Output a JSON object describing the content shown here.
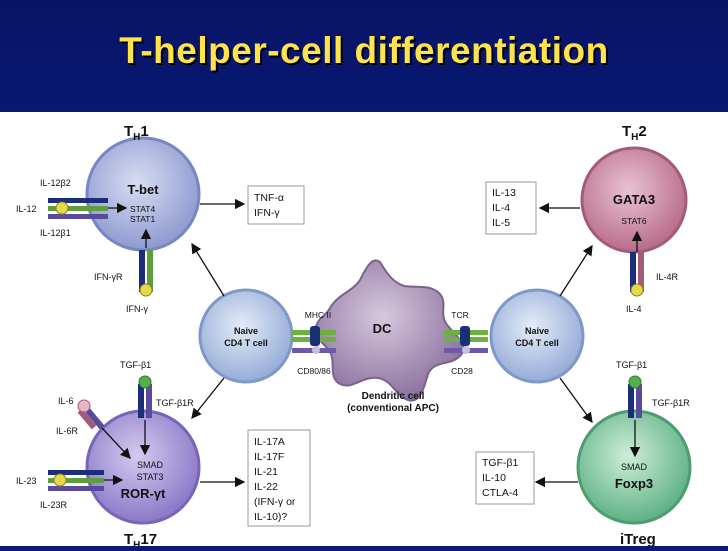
{
  "title": "T-helper-cell differentiation",
  "colors": {
    "background": "#0a1a6e",
    "title": "#ffe34a",
    "th1": "#a9b3dc",
    "th2": "#c7839c",
    "th17": "#a99ad6",
    "treg": "#86c9a2",
    "naive": "#b7c8e6",
    "dc": "#a993b7"
  },
  "th1": {
    "label_main": "T",
    "label_sub": "H",
    "label_num": "1",
    "tf": "T-bet",
    "stat_a": "STAT4",
    "stat_b": "STAT1",
    "r1": "IL-12β2",
    "r2": "IL-12",
    "r3": "IL-12β1",
    "r4": "IFN-γR",
    "r5": "IFN-γ",
    "out": [
      "TNF-α",
      "IFN-γ"
    ]
  },
  "th2": {
    "label_main": "T",
    "label_sub": "H",
    "label_num": "2",
    "tf": "GATA3",
    "stat": "STAT6",
    "r1": "IL-4R",
    "r2": "IL-4",
    "out": [
      "IL-13",
      "IL-4",
      "IL-5"
    ]
  },
  "th17": {
    "label_main": "T",
    "label_sub": "H",
    "label_num": "17",
    "tf": "ROR-γt",
    "smad": "SMAD",
    "stat": "STAT3",
    "r1": "TGF-β1",
    "r2": "TGF-β1R",
    "r3": "IL-6",
    "r4": "IL-6R",
    "r5": "IL-23",
    "r6": "IL-23R",
    "out": [
      "IL-17A",
      "IL-17F",
      "IL-21",
      "IL-22",
      "(IFN-γ or",
      "IL-10)?"
    ]
  },
  "treg": {
    "label": "iTreg",
    "tf": "Foxp3",
    "smad": "SMAD",
    "r1": "TGF-β1",
    "r2": "TGF-β1R",
    "out": [
      "TGF-β1",
      "IL-10",
      "CTLA-4"
    ]
  },
  "naive_left": {
    "line1": "Naive",
    "line2": "CD4 T cell"
  },
  "naive_right": {
    "line1": "Naive",
    "line2": "CD4 T cell"
  },
  "dc": {
    "label": "DC",
    "caption1": "Dendritic cell",
    "caption2": "(conventional APC)",
    "mhc": "MHC II",
    "cd80": "CD80/86",
    "tcr": "TCR",
    "cd28": "CD28"
  }
}
